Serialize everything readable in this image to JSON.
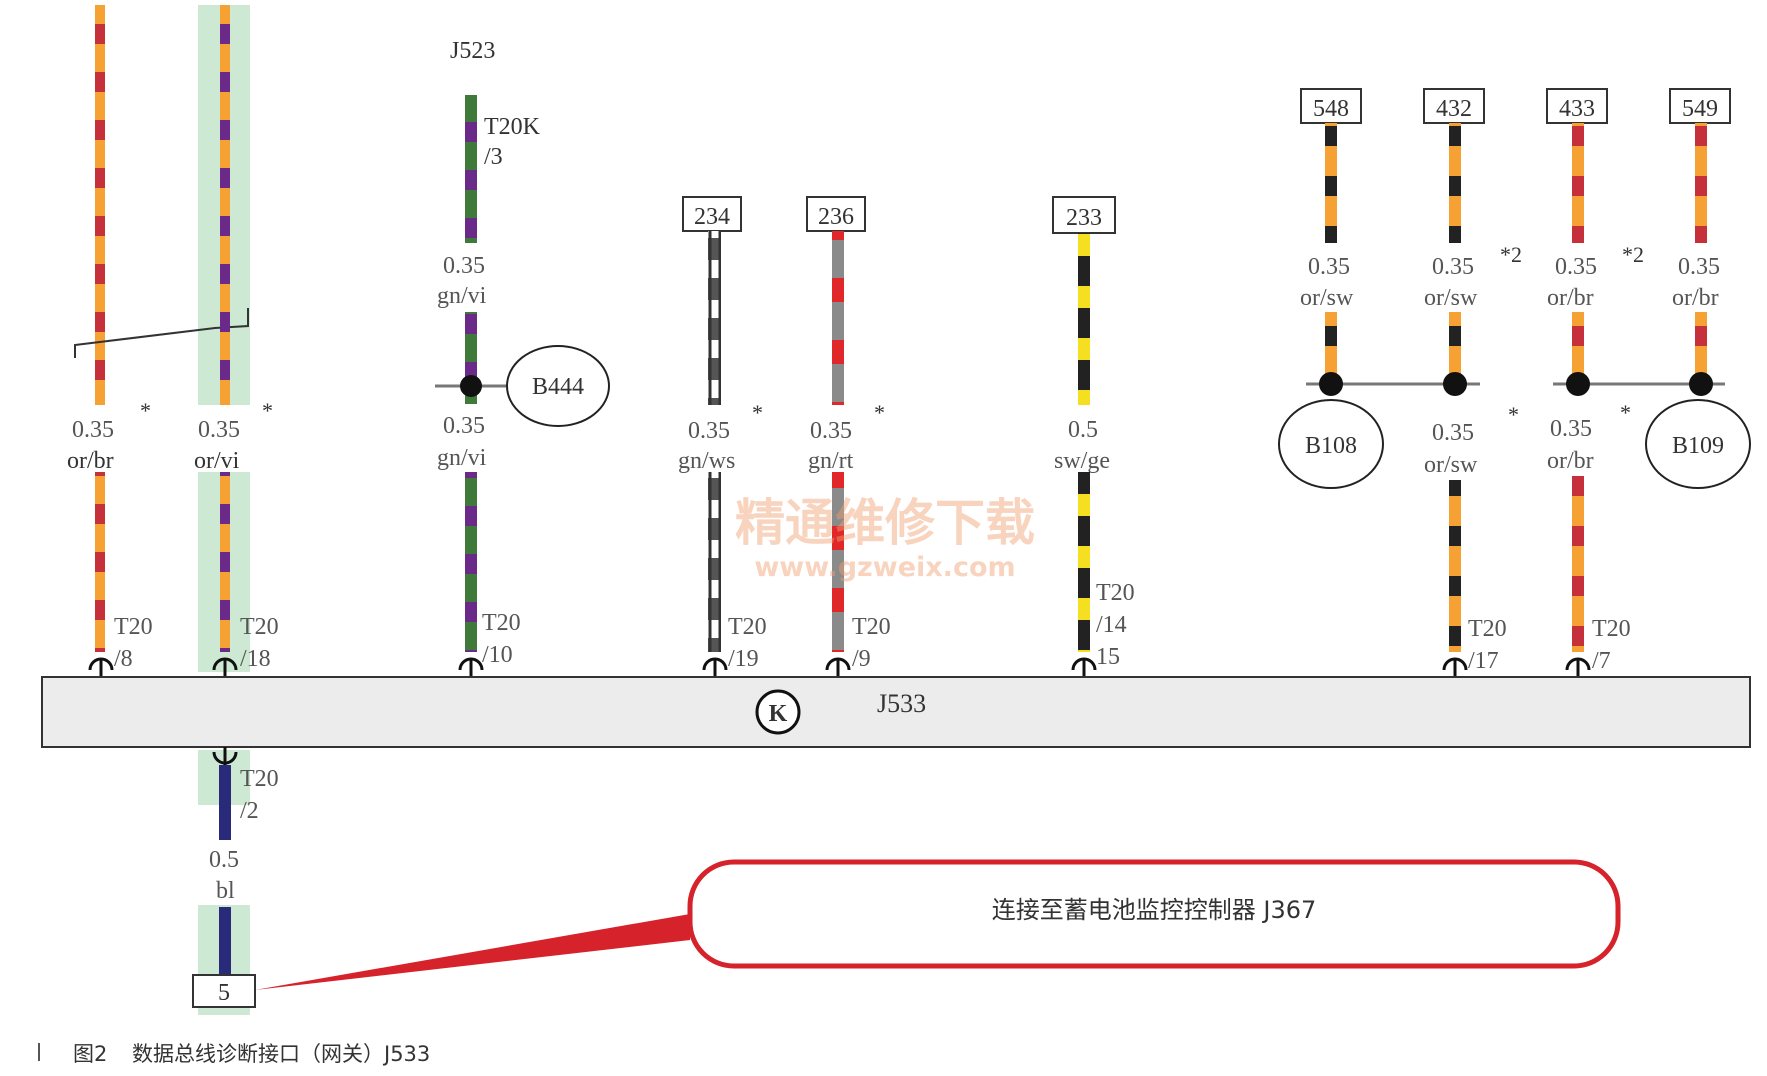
{
  "colors": {
    "or": "#f5a133",
    "br": "#c6303a",
    "vi": "#6b2a8a",
    "gn": "#3f7a3a",
    "ws": "#ffffff",
    "gr": "#8a8a8a",
    "rt": "#e0282a",
    "sw": "#222222",
    "ge": "#f4e020",
    "bl": "#2a2a7a",
    "callout": "#d6222a",
    "highlight": "#cde9d4"
  },
  "module": {
    "name": "J533",
    "symbol": "K"
  },
  "j523": "J523",
  "t20k": {
    "line1": "T20K",
    "line2": "/3"
  },
  "splices": {
    "b444": "B444",
    "b108": "B108",
    "b109": "B109"
  },
  "wires": [
    {
      "id": "w1",
      "size": "0.35",
      "color": "or/br",
      "star": "*",
      "pin1": "T20",
      "pin2": "/8"
    },
    {
      "id": "w2",
      "size": "0.35",
      "color": "or/vi",
      "star": "*",
      "pin1": "T20",
      "pin2": "/18"
    },
    {
      "id": "w3",
      "size_top": "0.35",
      "color_top": "gn/vi",
      "size": "0.35",
      "color": "gn/vi",
      "pin1": "T20",
      "pin2": "/10"
    },
    {
      "id": "w4",
      "box": "234",
      "size": "0.35",
      "color": "gn/ws",
      "star": "*",
      "pin1": "T20",
      "pin2": "/19"
    },
    {
      "id": "w5",
      "box": "236",
      "size": "0.35",
      "color": "gn/rt",
      "star": "*",
      "pin1": "T20",
      "pin2": "/9"
    },
    {
      "id": "w6",
      "box": "233",
      "size": "0.5",
      "color": "sw/ge",
      "pin1": "T20",
      "pin2": "/14",
      "pin3": "15"
    },
    {
      "id": "w7",
      "box": "548",
      "size": "0.35",
      "color": "or/sw"
    },
    {
      "id": "w8",
      "box": "432",
      "size": "0.35",
      "color": "or/sw",
      "star": "*2",
      "size_bot": "0.35",
      "color_bot": "or/sw",
      "star_bot": "*",
      "pin1": "T20",
      "pin2": "/17"
    },
    {
      "id": "w9",
      "box": "433",
      "size": "0.35",
      "color": "or/br",
      "star": "*2",
      "size_bot": "0.35",
      "color_bot": "or/br",
      "star_bot": "*",
      "pin1": "T20",
      "pin2": "/7"
    },
    {
      "id": "w10",
      "box": "549",
      "size": "0.35",
      "color": "or/br"
    },
    {
      "id": "w11",
      "pin1": "T20",
      "pin2": "/2",
      "size": "0.5",
      "color": "bl",
      "box": "5"
    }
  ],
  "callout": "连接至蓄电池监控控制器 J367",
  "watermark": {
    "line1": "精通维修下载",
    "line2": "www.gzweix.com"
  },
  "caption": {
    "fig": "图2",
    "text": "数据总线诊断接口（网关）J533"
  }
}
